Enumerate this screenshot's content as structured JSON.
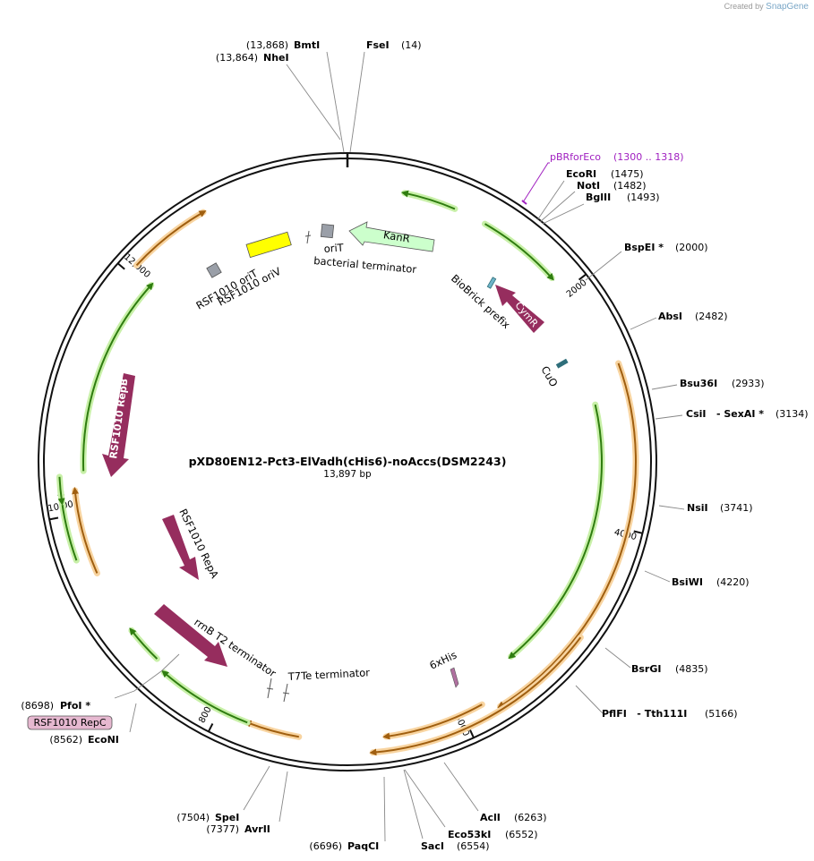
{
  "branding": {
    "created_by": "Created by",
    "app": "SnapGene"
  },
  "plasmid": {
    "name": "pXD80EN12-Pct3-ElVadh(cHis6)-noAccs(DSM2243)",
    "length_label": "13,897 bp",
    "length": 13897
  },
  "ticks": [
    {
      "pos": 2000,
      "label": "2000"
    },
    {
      "pos": 4000,
      "label": "4000"
    },
    {
      "pos": 6000,
      "label": "6000"
    },
    {
      "pos": 8000,
      "label": "8000"
    },
    {
      "pos": 10000,
      "label": "10,000"
    },
    {
      "pos": 12000,
      "label": "12,000"
    }
  ],
  "sites": [
    {
      "name": "BmtI",
      "pos": "(13,868)",
      "side": "left"
    },
    {
      "name": "NheI",
      "pos": "(13,864)",
      "side": "left"
    },
    {
      "name": "FseI",
      "pos": "(14)",
      "side": "right"
    },
    {
      "name": "EcoRI",
      "pos": "(1475)",
      "side": "right"
    },
    {
      "name": "NotI",
      "pos": "(1482)",
      "side": "right"
    },
    {
      "name": "BglII",
      "pos": "(1493)",
      "side": "right"
    },
    {
      "name": "BspEI *",
      "pos": "(2000)",
      "side": "right"
    },
    {
      "name": "AbsI",
      "pos": "(2482)",
      "side": "right"
    },
    {
      "name": "Bsu36I",
      "pos": "(2933)",
      "side": "right"
    },
    {
      "name": "CsiI   - SexAI *",
      "pos": "(3134)",
      "side": "right"
    },
    {
      "name": "NsiI",
      "pos": "(3741)",
      "side": "right"
    },
    {
      "name": "BsiWI",
      "pos": "(4220)",
      "side": "right"
    },
    {
      "name": "BsrGI",
      "pos": "(4835)",
      "side": "right"
    },
    {
      "name": "PflFI   - Tth111I",
      "pos": "(5166)",
      "side": "right"
    },
    {
      "name": "AclI",
      "pos": "(6263)",
      "side": "right"
    },
    {
      "name": "Eco53kI",
      "pos": "(6552)",
      "side": "right"
    },
    {
      "name": "SacI",
      "pos": "(6554)",
      "side": "right"
    },
    {
      "name": "PaqCI",
      "pos": "(6696)",
      "side": "left"
    },
    {
      "name": "AvrII",
      "pos": "(7377)",
      "side": "left"
    },
    {
      "name": "SpeI",
      "pos": "(7504)",
      "side": "left"
    },
    {
      "name": "EcoNI",
      "pos": "(8562)",
      "side": "left"
    },
    {
      "name": "PfoI *",
      "pos": "(8698)",
      "side": "left"
    }
  ],
  "primer": {
    "name": "pBRforEco",
    "range": "(1300 .. 1318)",
    "color": "#a020c0"
  },
  "features": {
    "kanr": "KanR",
    "orit": "oriT",
    "bact_term": "bacterial terminator",
    "rsf_orit": "RSF1010 oriT",
    "rsf_oriv": "RSF1010 oriV",
    "biobrick": "BioBrick prefix",
    "cymr": "CymR",
    "cuo": "CuO",
    "repb": "RSF1010 RepB",
    "repa": "RSF1010 RepA",
    "rrnb": "rrnB T2 terminator",
    "t7te": "T7Te terminator",
    "his6": "6xHis",
    "repc": "RSF1010 RepC"
  },
  "colors": {
    "cds_dark": "#962d5e",
    "kanr_fill": "#ccffcc",
    "orf_green": "#2f7d10",
    "orf_green_glow": "#c8f0a8",
    "orf_orange": "#a05f10",
    "orf_orange_glow": "#f8d4a0",
    "oriv_yellow": "#ffff00",
    "gray_box": "#9a9fa8",
    "cuo_teal": "#2e6e7a",
    "repc_fill": "#e6b8d0"
  }
}
